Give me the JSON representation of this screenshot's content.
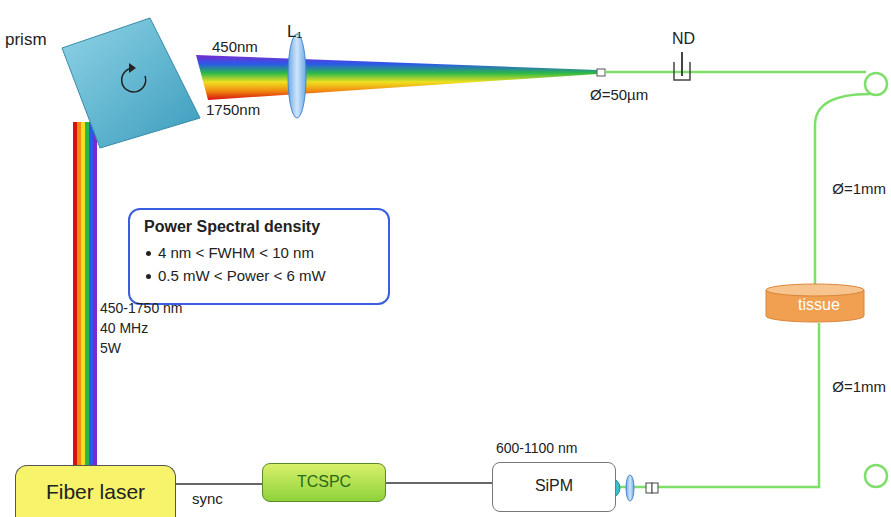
{
  "diagram": {
    "nodes": [
      {
        "text": [
          "prism"
        ]
      },
      {
        "text": [
          "Power Spectral density",
          "4 nm < FWHM < 10 nm",
          "0.5 mW < Power < 6 mW"
        ]
      },
      {
        "text": [
          "tissue"
        ]
      },
      {
        "text": [
          "Fiber laser"
        ]
      },
      {
        "text": [
          "TCSPC"
        ]
      },
      {
        "text": [
          "SiPM"
        ]
      }
    ],
    "edges": [
      {
        "from": 3,
        "to": 0,
        "arrow": "none"
      },
      {
        "from": 3,
        "to": 4,
        "label": "sync",
        "arrow": "none"
      },
      {
        "from": 4,
        "to": 5,
        "arrow": "none"
      },
      {
        "from": 2,
        "to": 5,
        "arrow": "none"
      }
    ],
    "labels": [
      "L₁",
      "450nm",
      "1750nm",
      "Ø=50µm",
      "ND",
      "Ø=1mm",
      "Ø=1mm",
      "450-1750 nm",
      "40 MHz",
      "5W",
      "600-1100 nm"
    ]
  }
}
